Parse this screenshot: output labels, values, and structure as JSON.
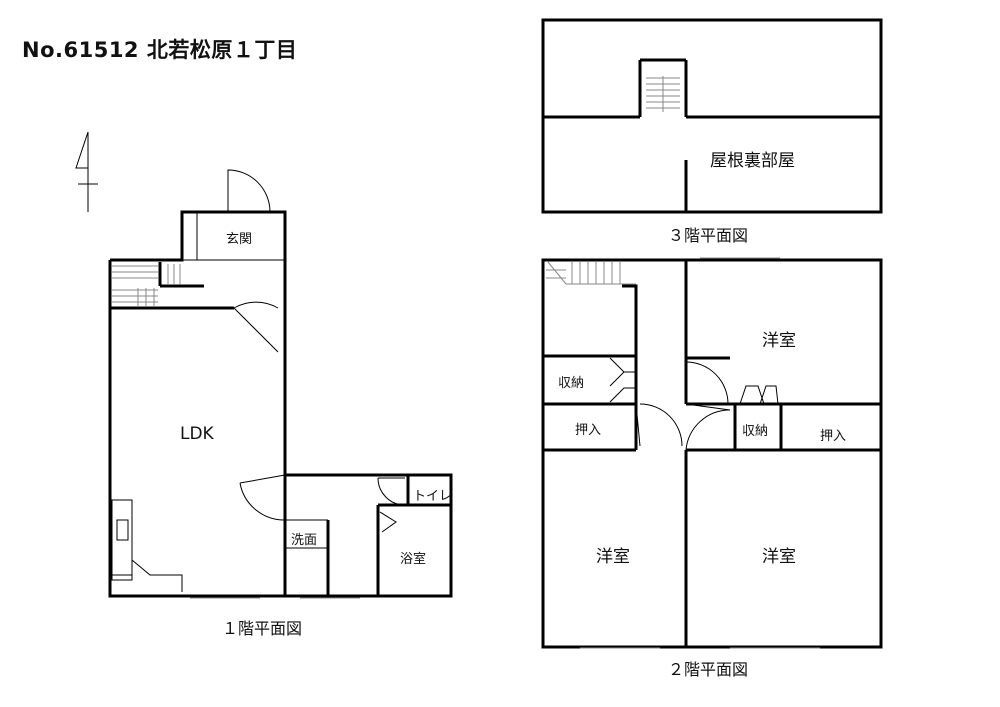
{
  "header": {
    "title": "No.61512 北若松原１丁目"
  },
  "floors": {
    "floor1": {
      "caption": "１階平面図",
      "rooms": {
        "genkan": "玄関",
        "ldk": "LDK",
        "senmen": "洗面",
        "yokushitsu": "浴室",
        "toilet": "トイレ"
      }
    },
    "floor2": {
      "caption": "２階平面図",
      "rooms": {
        "youshitsu_ne": "洋室",
        "youshitsu_sw": "洋室",
        "youshitsu_se": "洋室",
        "shuunou_w": "収納",
        "shuunou_c": "収納",
        "oshiire_w": "押入",
        "oshiire_e": "押入"
      }
    },
    "floor3": {
      "caption": "３階平面図",
      "rooms": {
        "attic": "屋根裏部屋"
      }
    }
  },
  "icons": {
    "compass": "north-arrow-icon"
  }
}
